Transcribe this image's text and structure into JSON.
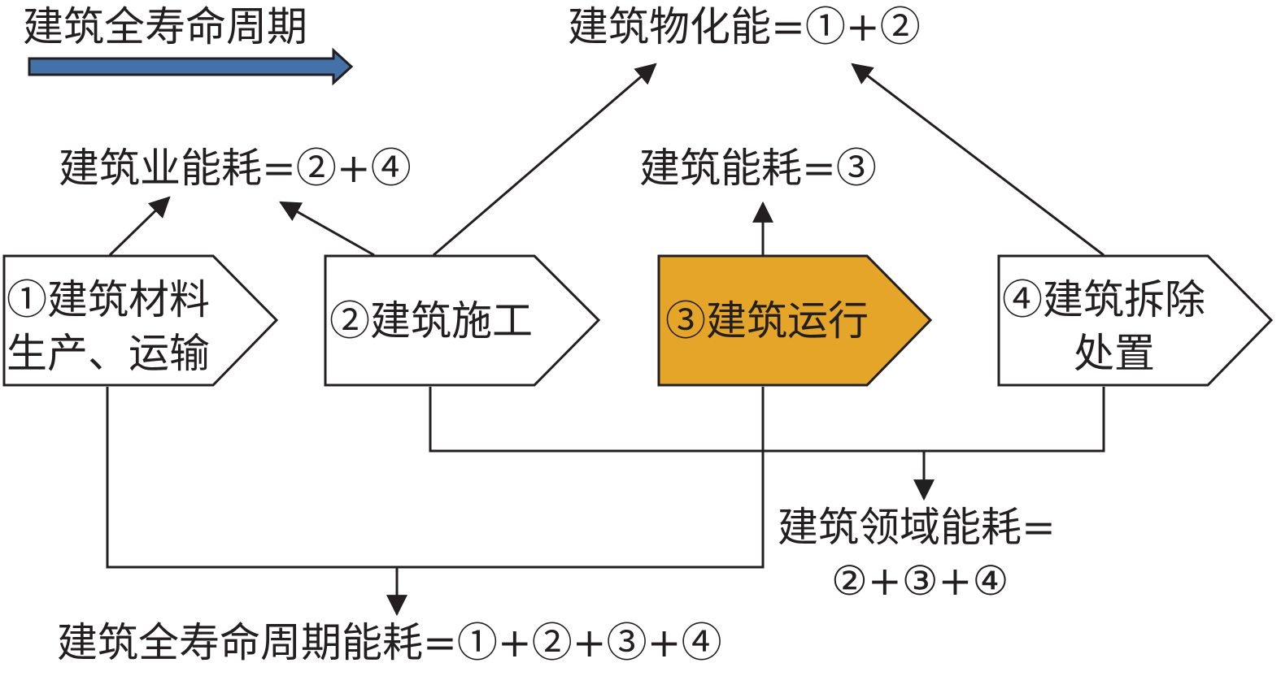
{
  "legend": {
    "label": "建筑全寿命周期",
    "arrow_color": "#4472a8"
  },
  "stages": [
    {
      "id": "s1",
      "lines": [
        "①建筑材料",
        "生产、运输"
      ],
      "fill": "#ffffff"
    },
    {
      "id": "s2",
      "lines": [
        "②建筑施工"
      ],
      "fill": "#ffffff"
    },
    {
      "id": "s3",
      "lines": [
        "③建筑运行"
      ],
      "fill": "#e5a529"
    },
    {
      "id": "s4",
      "lines": [
        "④建筑拆除",
        "处置"
      ],
      "fill": "#ffffff"
    }
  ],
  "labels": {
    "embodied": "建筑物化能=①+②",
    "industry": "建筑业能耗=②+④",
    "building": "建筑能耗=③",
    "domain_line1": "建筑领域能耗=",
    "domain_line2": "②+③+④",
    "lifecycle": "建筑全寿命周期能耗=①+②+③+④"
  },
  "colors": {
    "line": "#231f20",
    "highlight": "#e5a529",
    "legend_arrow": "#4472a8"
  }
}
